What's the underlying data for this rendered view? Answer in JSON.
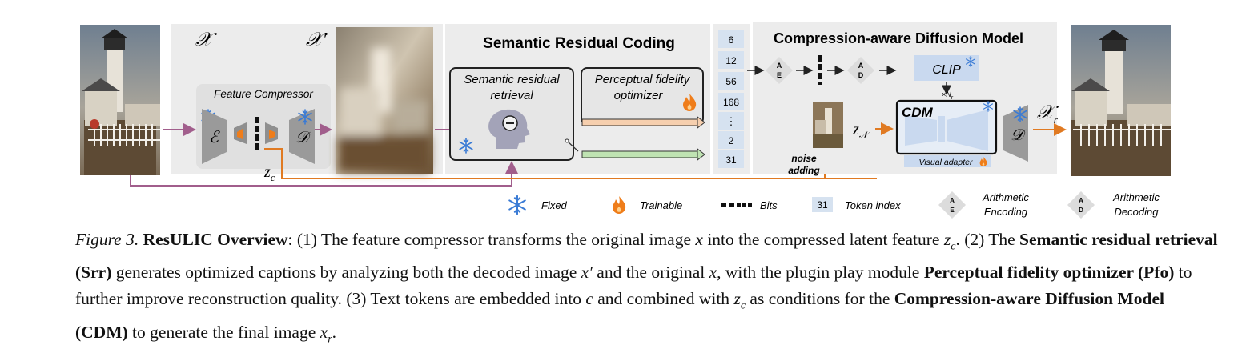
{
  "figure": {
    "labels": {
      "x": "𝒳",
      "x_prime": "𝒳′",
      "feature_compressor": "Feature Compressor",
      "encoder": "ℰ",
      "decoder": "𝒟",
      "zc": "z",
      "zc_sub": "c",
      "src_title": "Semantic Residual Coding",
      "srr_1": "Semantic residual",
      "srr_2": "retrieval",
      "pfo_1": "Perceptual fidelity",
      "pfo_2": "optimizer",
      "cdm_title": "Compression-aware Diffusion Model",
      "ae_a": "A",
      "ae_e": "E",
      "ad_a": "A",
      "ad_d": "D",
      "clip": "CLIP",
      "nr": "×N",
      "nr_sub": "r",
      "noise_1": "noise",
      "noise_2": "adding",
      "zn": "z",
      "zn_sub": "𝒩",
      "cdm": "CDM",
      "visual_adapter": "Visual adapter",
      "decoder2": "𝒟",
      "xr": "𝒳",
      "xr_sub": "r"
    },
    "tokens": [
      "6",
      "12",
      "56",
      "168",
      "⋮",
      "2",
      "31"
    ],
    "legend": {
      "fixed": "Fixed",
      "trainable": "Trainable",
      "bits": "Bits",
      "token_example": "31",
      "token_index": "Token index",
      "ae_a": "A",
      "ae_e": "E",
      "ae_1": "Arithmetic",
      "ae_2": "Encoding",
      "ad_a": "A",
      "ad_d": "D",
      "ad_1": "Arithmetic",
      "ad_2": "Decoding"
    },
    "colors": {
      "panel": "#ececec",
      "purple_arrow": "#a15e8c",
      "orange_arrow": "#e07a22",
      "peach_bar": "#f6cfae",
      "green_bar": "#bfe3b2",
      "token_bg": "#d6e2f0",
      "clip_bg": "#c9d9ef",
      "snow": "#3a7bd5",
      "flame": "#ef7d1a"
    },
    "icons": [
      "snowflake-icon",
      "flame-icon",
      "head-icon"
    ]
  },
  "caption": {
    "fig_no": "Figure 3.",
    "t1": "ResULIC Overview",
    "t2": ": (1) The feature compressor transforms the original image ",
    "t3": "x",
    "t4": " into the compressed latent feature ",
    "t5": "z",
    "t5s": "c",
    "t6": ". (2) The ",
    "t7": "Semantic residual retrieval (Srr)",
    "t8": " generates optimized captions by analyzing both the decoded image ",
    "t9": "x′",
    "t10": " and the original ",
    "t11": "x",
    "t12": ", with the plugin play module ",
    "t13": "Perceptual fidelity optimizer (Pfo)",
    "t14": " to further improve reconstruction quality. (3) Text tokens are embedded into ",
    "t15": "c",
    "t16": " and combined with ",
    "t17": "z",
    "t17s": "c",
    "t18": " as conditions for the ",
    "t19": "Compression-aware Diffusion Model (CDM)",
    "t20": " to generate the final image ",
    "t21": "x",
    "t21s": "r",
    "t22": "."
  }
}
